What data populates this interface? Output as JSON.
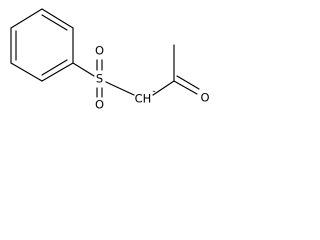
{
  "molecule": {
    "atoms": {
      "sulfur": "S",
      "sulfonyl_oxygen_top": "O",
      "sulfonyl_oxygen_bottom": "O",
      "carbanion": "CH",
      "charge": "-",
      "carbonyl_oxygen": "O"
    }
  }
}
